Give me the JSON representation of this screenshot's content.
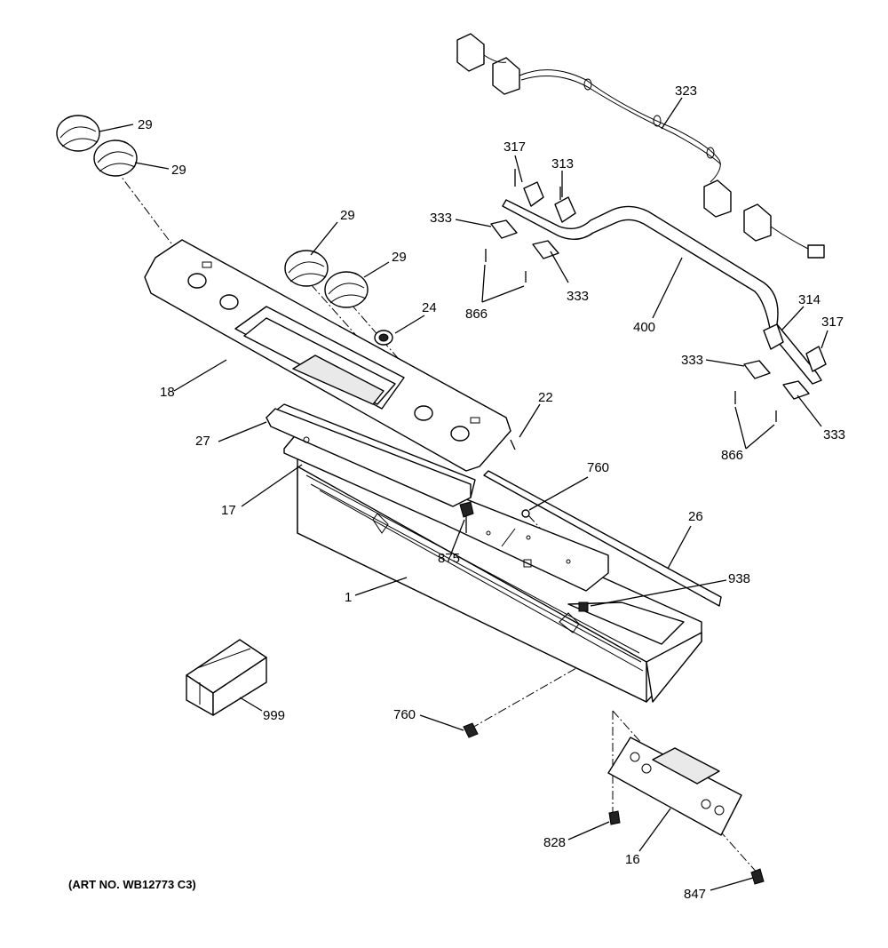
{
  "callouts": {
    "p29a": "29",
    "p29b": "29",
    "p29c": "29",
    "p29d": "29",
    "p323": "323",
    "p317a": "317",
    "p313": "313",
    "p333a": "333",
    "p333b": "333",
    "p866a": "866",
    "p400": "400",
    "p314": "314",
    "p317b": "317",
    "p333c": "333",
    "p333d": "333",
    "p866b": "866",
    "p24": "24",
    "p18": "18",
    "p22": "22",
    "p27": "27",
    "p17": "17",
    "p760a": "760",
    "p875": "875",
    "p26": "26",
    "p938": "938",
    "p1": "1",
    "p999": "999",
    "p760b": "760",
    "p828": "828",
    "p16": "16",
    "p847": "847"
  },
  "art_number": "(ART NO. WB12773 C3)"
}
